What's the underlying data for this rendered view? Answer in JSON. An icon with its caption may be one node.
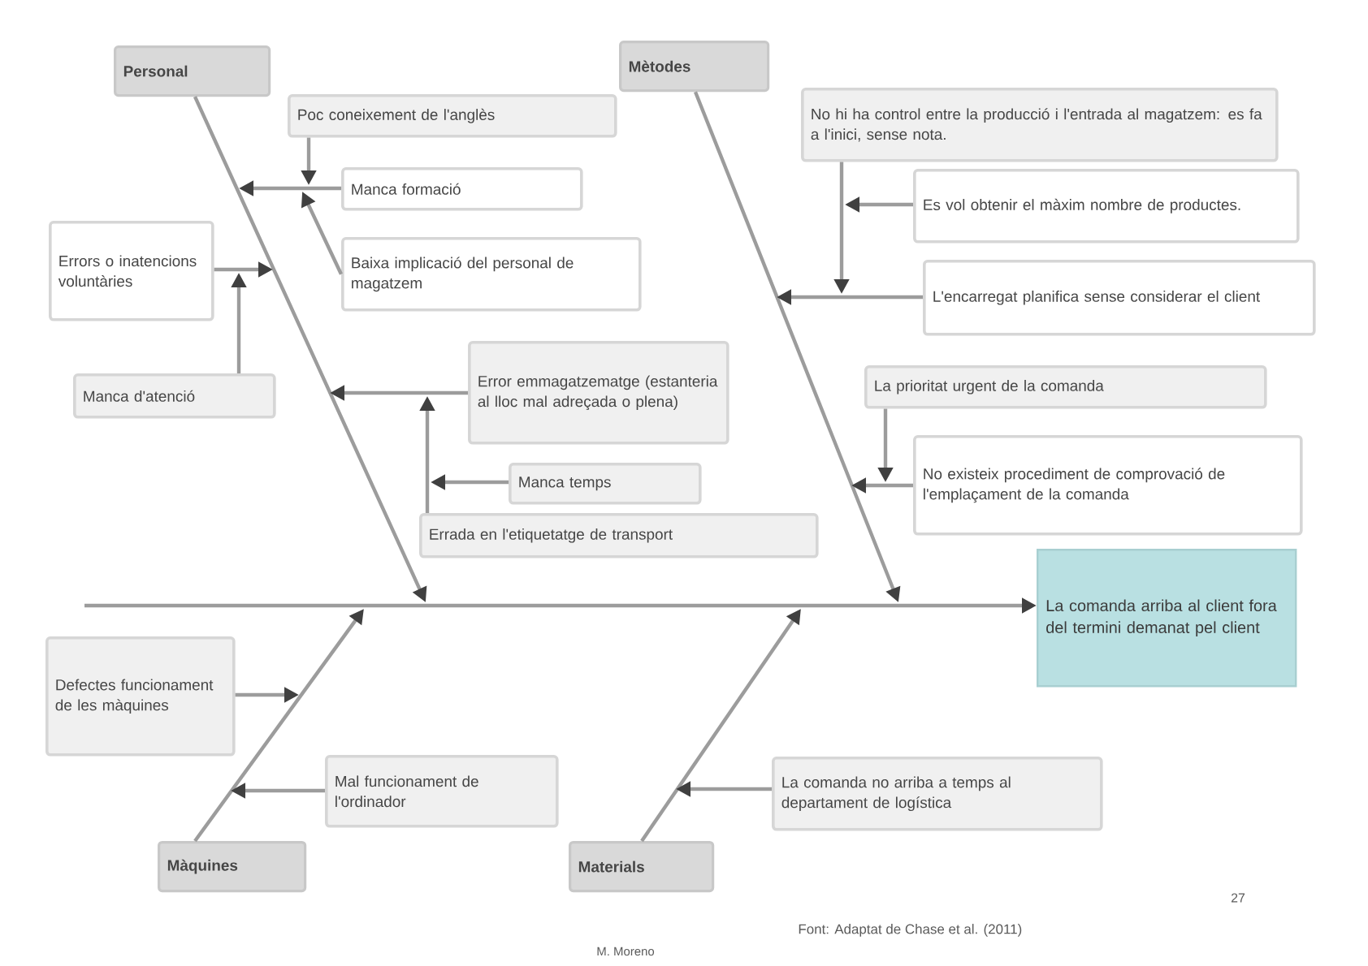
{
  "diagram": {
    "nodes": [
      {
        "text": [
          "Personal"
        ]
      },
      {
        "text": [
          "Poc coneixement de l'anglès"
        ]
      },
      {
        "text": [
          "Manca formació"
        ]
      },
      {
        "text": [
          "Baixa implicació del personal de magatzem"
        ]
      },
      {
        "text": [
          "Errors o inatencions voluntàries"
        ]
      },
      {
        "text": [
          "Manca d'atenció"
        ]
      },
      {
        "text": [
          "Error emmagatzematge (estanteria al lloc mal adreçada o plena)"
        ]
      },
      {
        "text": [
          "Manca temps"
        ]
      },
      {
        "text": [
          "Errada en l'etiquetatge de transport"
        ]
      },
      {
        "text": [
          "Mètodes"
        ]
      },
      {
        "text": [
          "No hi ha control entre la producció i l'entrada al magatzem: es fa a l'inici, sense nota."
        ]
      },
      {
        "text": [
          "Es vol obtenir el màxim nombre de productes."
        ]
      },
      {
        "text": [
          "L'encarregat planifica sense considerar el client"
        ]
      },
      {
        "text": [
          "La prioritat urgent de la comanda"
        ]
      },
      {
        "text": [
          "No existeix procediment de comprovació de l'emplaçament de la comanda"
        ]
      },
      {
        "text": [
          "La comanda arriba al client fora del termini demanat pel client"
        ]
      },
      {
        "text": [
          "Defectes funcionament de les màquines"
        ]
      },
      {
        "text": [
          "Mal funcionament de l'ordinador"
        ]
      },
      {
        "text": [
          "Màquines"
        ]
      },
      {
        "text": [
          "La comanda no arriba a temps al departament de logística"
        ]
      },
      {
        "text": [
          "Materials"
        ]
      }
    ],
    "edges": [
      {
        "from": null,
        "to": 15,
        "arrow": "to"
      },
      {
        "from": 0,
        "to": null,
        "arrow": "to"
      },
      {
        "from": 9,
        "to": null,
        "arrow": "to"
      },
      {
        "from": 18,
        "to": null,
        "arrow": "to"
      },
      {
        "from": 20,
        "to": null,
        "arrow": "to"
      },
      {
        "from": 2,
        "to": null,
        "arrow": "to"
      },
      {
        "from": 1,
        "to": null,
        "arrow": "to"
      },
      {
        "from": 3,
        "to": null,
        "arrow": "to"
      },
      {
        "from": 4,
        "to": null,
        "arrow": "to"
      },
      {
        "from": 5,
        "to": null,
        "arrow": "to"
      },
      {
        "from": 6,
        "to": null,
        "arrow": "to"
      },
      {
        "from": 8,
        "to": null,
        "arrow": "to"
      },
      {
        "from": 7,
        "to": null,
        "arrow": "to"
      },
      {
        "from": 12,
        "to": null,
        "arrow": "to"
      },
      {
        "from": 10,
        "to": null,
        "arrow": "to"
      },
      {
        "from": 11,
        "to": null,
        "arrow": "to"
      },
      {
        "from": 14,
        "to": null,
        "arrow": "to"
      },
      {
        "from": 13,
        "to": null,
        "arrow": "to"
      },
      {
        "from": 16,
        "to": null,
        "arrow": "to"
      },
      {
        "from": 17,
        "to": null,
        "arrow": "to"
      },
      {
        "from": 19,
        "to": null,
        "arrow": "to"
      }
    ],
    "labels": [
      "27",
      "Font: Adaptat de Chase et al. (2011)",
      "M. Moreno"
    ]
  }
}
